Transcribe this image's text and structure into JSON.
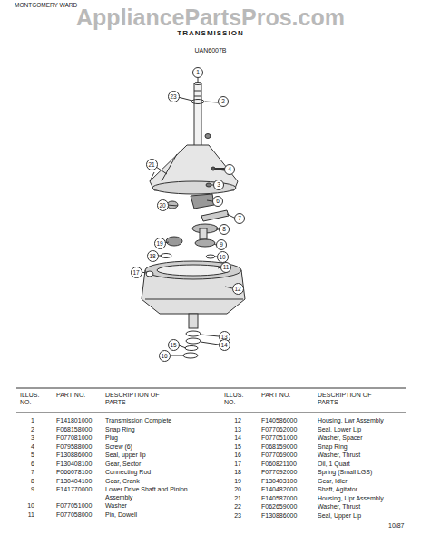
{
  "diagram": {
    "title": "TRANSMISSION",
    "nodes": [
      {
        "text": [
          "1"
        ]
      },
      {
        "text": [
          "23"
        ]
      },
      {
        "text": [
          "2"
        ]
      },
      {
        "text": [
          "4"
        ]
      },
      {
        "text": [
          "21"
        ]
      },
      {
        "text": [
          "3"
        ]
      },
      {
        "text": [
          "20"
        ]
      },
      {
        "text": [
          "6"
        ]
      },
      {
        "text": [
          "7"
        ]
      },
      {
        "text": [
          "8"
        ]
      },
      {
        "text": [
          "9"
        ]
      },
      {
        "text": [
          "19"
        ]
      },
      {
        "text": [
          "10"
        ]
      },
      {
        "text": [
          "18"
        ]
      },
      {
        "text": [
          "11"
        ]
      },
      {
        "text": [
          "17"
        ]
      },
      {
        "text": [
          "12"
        ]
      },
      {
        "text": [
          "13"
        ]
      },
      {
        "text": [
          "14"
        ]
      },
      {
        "text": [
          "15"
        ]
      },
      {
        "text": [
          "16"
        ]
      }
    ],
    "edges": [],
    "labels": [
      "MONTGOMERY WARD",
      "AppliancePartsPros.com",
      "UAN6007B",
      "ILLUS. NO.",
      "PART NO.",
      "DESCRIPTION OF PARTS",
      "ILLUS. NO.",
      "PART NO.",
      "DESCRIPTION OF PARTS",
      "1",
      "F141801000",
      "Transmission Complete",
      "2",
      "F068158000",
      "Snap Ring",
      "3",
      "F077081000",
      "Plug",
      "4",
      "F079588000",
      "Screw (6)",
      "5",
      "F130886000",
      "Seal, upper lip",
      "6",
      "F130408100",
      "Gear, Sector",
      "7",
      "F066078100",
      "Connecting Rod",
      "8",
      "F130404100",
      "Gear, Crank",
      "9",
      "F141770000",
      "Lower Drive Shaft and Pinion Assembly",
      "10",
      "F077051000",
      "Washer",
      "11",
      "F077058000",
      "Pin, Dowell",
      "12",
      "F140586000",
      "Housing, Lwr Assembly",
      "13",
      "F077062000",
      "Seal, Lower Lip",
      "14",
      "F077051000",
      "Washer, Spacer",
      "15",
      "F068159000",
      "Snap Ring",
      "16",
      "F077069000",
      "Washer, Thrust",
      "17",
      "F060821100",
      "Oil, 1 Quart",
      "18",
      "F077092000",
      "Spring (Small LGS)",
      "19",
      "F130403100",
      "Gear, Idler",
      "20",
      "F140482000",
      "Shaft, Agitator",
      "21",
      "F140587000",
      "Housing, Upr Assembly",
      "22",
      "F062659000",
      "Washer, Thrust",
      "23",
      "F130886000",
      "Seal, Upper Lip",
      "10/87"
    ]
  }
}
